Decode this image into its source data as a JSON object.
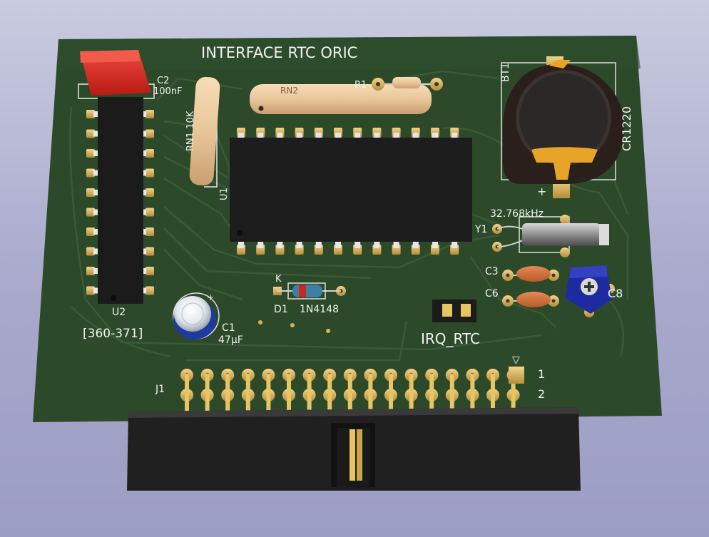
{
  "board": {
    "title": "INTERFACE RTC ORIC",
    "bank_label": "[360-371]",
    "irq_label": "IRQ_RTC",
    "colors": {
      "background": "#b3b4d3",
      "pcb": "#2c4a2a",
      "silkscreen": "#f2f2f2",
      "pad": "#d8b35a",
      "ic_body": "#1b1b1c",
      "capacitor_red": "#d8231b",
      "resistor_body": "#e8c69a"
    }
  },
  "components": {
    "c2": {
      "ref": "C2",
      "value": "100nF"
    },
    "rn1": {
      "ref": "RN1",
      "value": "10K"
    },
    "rn2": {
      "ref": "RN2"
    },
    "r1": {
      "ref": "R1"
    },
    "u1": {
      "ref": "U1"
    },
    "u2": {
      "ref": "U2"
    },
    "bt1": {
      "ref": "BT1",
      "value": "CR1220",
      "plus": "+",
      "minus": "–"
    },
    "y1": {
      "ref": "Y1",
      "value": "32.768kHz"
    },
    "c3": {
      "ref": "C3"
    },
    "c6": {
      "ref": "C6"
    },
    "c1": {
      "ref": "C1",
      "value": "47µF",
      "plus": "+"
    },
    "d1": {
      "ref": "D1",
      "value": "1N4148",
      "cathode": "K"
    },
    "trimmer": {
      "ref": "C8"
    },
    "j1": {
      "ref": "J1",
      "pin1": "1",
      "pin2": "2",
      "marker": "▽"
    }
  }
}
